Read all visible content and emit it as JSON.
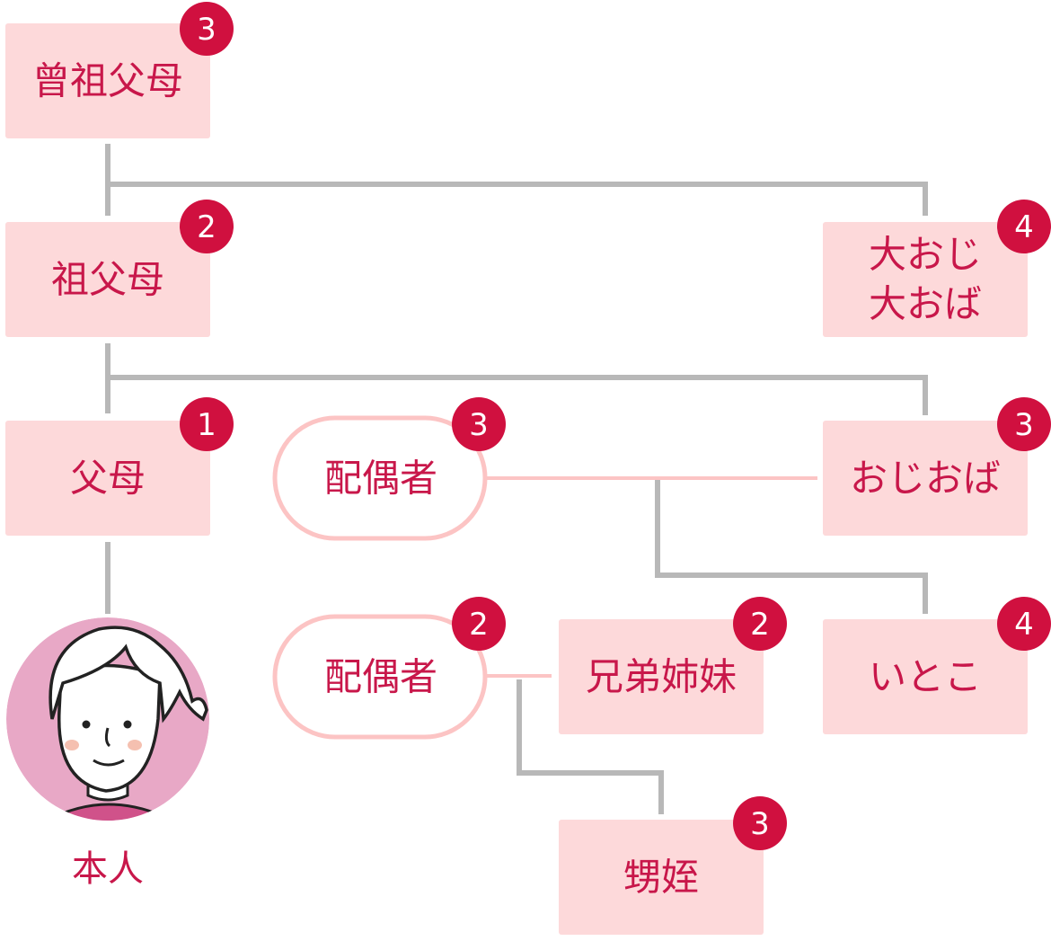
{
  "colors": {
    "box_fill": "#fdd9da",
    "text": "#c8174a",
    "badge": "#d0103f",
    "gray_line": "#b8b8b8",
    "pink_line": "#fcc4c4",
    "avatar_bg": "#e8a8c6"
  },
  "nodes": {
    "great_grandparents": {
      "label": "曾祖父母",
      "degree": "3"
    },
    "grandparents": {
      "label": "祖父母",
      "degree": "2"
    },
    "great_uncle_aunt": {
      "label_line1": "大おじ",
      "label_line2": "大おば",
      "degree": "4"
    },
    "parents": {
      "label": "父母",
      "degree": "1"
    },
    "uncle_aunt_spouse": {
      "label": "配偶者",
      "degree": "3"
    },
    "uncle_aunt": {
      "label": "おじおば",
      "degree": "3"
    },
    "cousins": {
      "label": "いとこ",
      "degree": "4"
    },
    "sibling_spouse": {
      "label": "配偶者",
      "degree": "2"
    },
    "siblings": {
      "label": "兄弟姉妹",
      "degree": "2"
    },
    "nephews_nieces": {
      "label": "甥姪",
      "degree": "3"
    },
    "self": {
      "label": "本人"
    }
  }
}
